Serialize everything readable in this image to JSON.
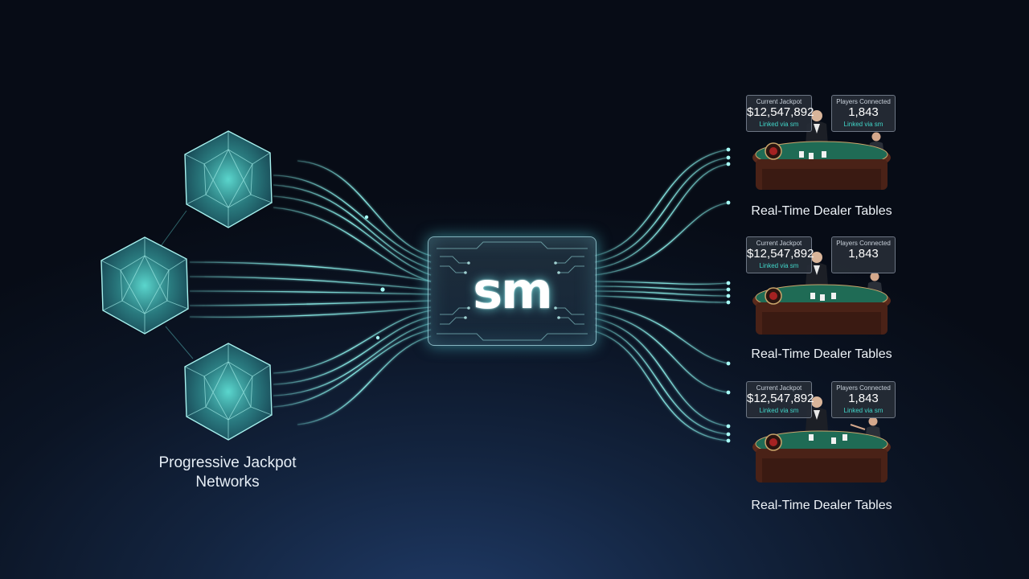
{
  "hub": {
    "logo_text": "sm"
  },
  "sources": {
    "label_line1": "Progressive Jackpot",
    "label_line2": "Networks"
  },
  "tables": [
    {
      "jackpot_caption": "Current Jackpot",
      "jackpot_value": "$12,547,892",
      "jackpot_sub": "Linked via sm",
      "players_caption": "Players Connected",
      "players_value": "1,843",
      "players_sub": "Linked via sm",
      "label": "Real-Time Dealer Tables"
    },
    {
      "jackpot_caption": "Current Jackpot",
      "jackpot_value": "$12,547,892",
      "jackpot_sub": "Linked via sm",
      "players_caption": "Players Connected",
      "players_value": "1,843",
      "players_sub": "",
      "label": "Real-Time Dealer Tables"
    },
    {
      "jackpot_caption": "Current Jackpot",
      "jackpot_value": "$12,547,892",
      "jackpot_sub": "Linked via sm",
      "players_caption": "Players Connected",
      "players_value": "1,843",
      "players_sub": "Linked via sm",
      "label": "Real-Time Dealer Tables"
    }
  ],
  "colors": {
    "glow": "#5fe3e0",
    "felt": "#1f6b55",
    "wood": "#5b2a1c",
    "background": "#0b1424"
  }
}
